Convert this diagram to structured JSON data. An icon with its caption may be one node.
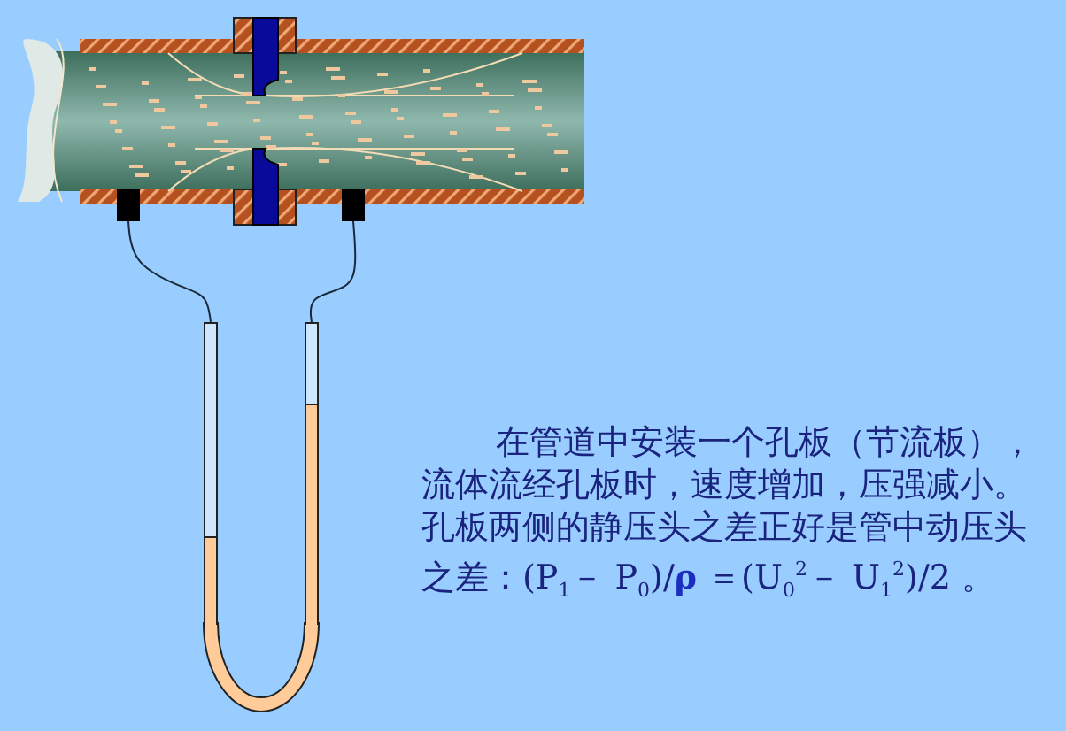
{
  "diagram": {
    "nodes": [
      {
        "text": [],
        "shape": "box"
      },
      {
        "text": [],
        "shape": "box"
      },
      {
        "text": [],
        "shape": "bar"
      },
      {
        "text": [],
        "shape": "bar"
      }
    ],
    "edges": [
      {
        "from": 0,
        "to": 2,
        "arrow": "none"
      },
      {
        "from": 1,
        "to": 3,
        "arrow": "none"
      }
    ],
    "labels": [
      "在管道中安装一个孔板（节流板），流体流经孔板时，速度增加，压强减小。孔板两侧的静压头之差正好是管中动压头之差：(P$_{1}$－ P$_{0}$)/**ρ** ＝(U$_{0}$$^{2}$－ U$_{1}$$^{2}$)/2 。"
    ]
  }
}
